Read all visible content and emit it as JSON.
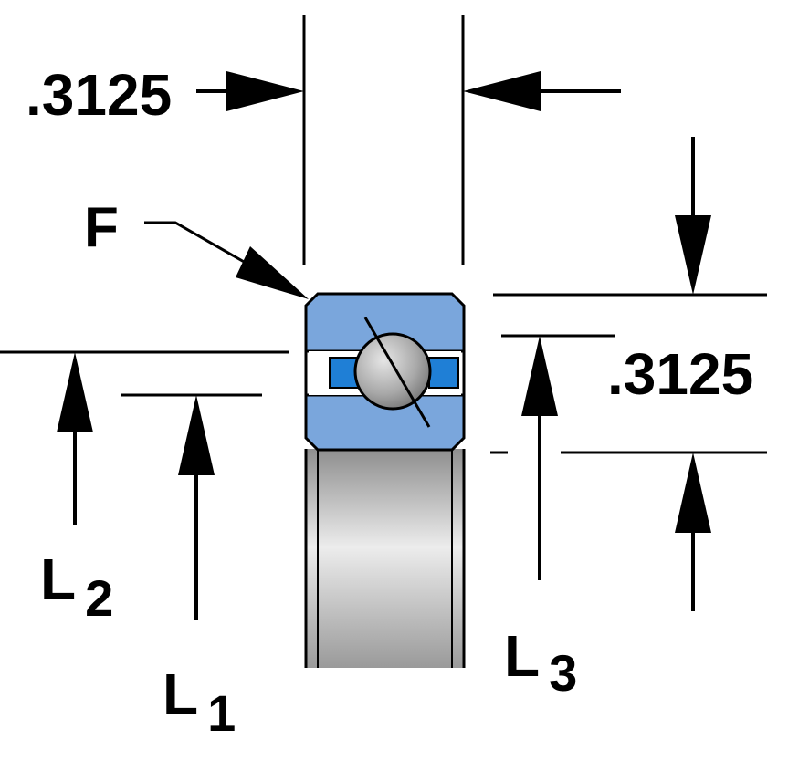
{
  "dimensions": {
    "width_value": ".3125",
    "height_value": ".3125"
  },
  "labels": {
    "f": "F",
    "l1": {
      "letter": "L",
      "sub": "1"
    },
    "l2": {
      "letter": "L",
      "sub": "2"
    },
    "l3": {
      "letter": "L",
      "sub": "3"
    }
  },
  "colors": {
    "ring": "#7aa6dc",
    "ring_dark": "#5a86bc",
    "ball_separator": "#1f7fd6",
    "ball": "#a9a9a9",
    "bore_light": "#e8e8e8",
    "bore_dark": "#9a9a9a",
    "line": "#000000"
  }
}
